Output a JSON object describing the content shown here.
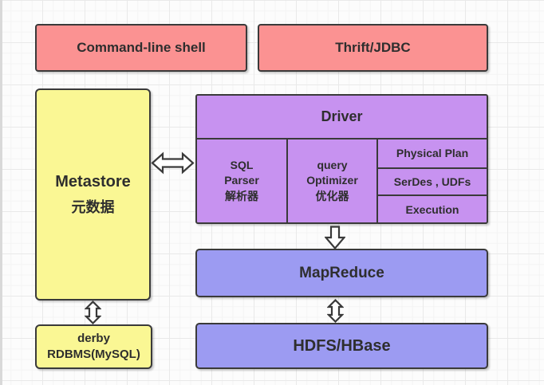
{
  "colors": {
    "client_box": "#FB9292",
    "metastore_box": "#FAF794",
    "driver_box": "#C792F0",
    "storage_box": "#9C9BF2",
    "border": "#3A3A3A",
    "text": "#2E2E2E"
  },
  "nodes": {
    "cli": {
      "label": "Command-line shell"
    },
    "thrift": {
      "label": "Thrift/JDBC"
    },
    "metastore": {
      "title": "Metastore",
      "subtitle": "元数据"
    },
    "driver": {
      "title": "Driver",
      "sql_parser": {
        "l1": "SQL",
        "l2": "Parser",
        "l3": "解析器"
      },
      "optimizer": {
        "l1": "query",
        "l2": "Optimizer",
        "l3": "优化器"
      },
      "physical_plan": "Physical Plan",
      "serdes": "SerDes , UDFs",
      "execution": "Execution"
    },
    "mapreduce": {
      "label": "MapReduce"
    },
    "hdfs": {
      "label": "HDFS/HBase"
    },
    "derby": {
      "l1": "derby",
      "l2": "RDBMS(MySQL)"
    }
  },
  "icons": {
    "horizontal_double_arrow": "⇔",
    "down_arrow": "⇩",
    "vertical_double_arrow": "⇕"
  }
}
